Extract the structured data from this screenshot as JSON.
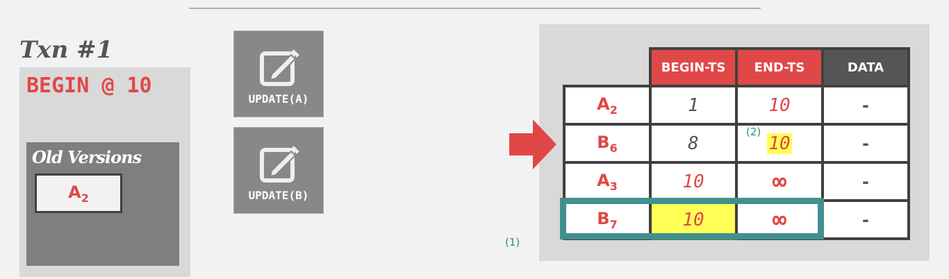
{
  "txn": {
    "title": "Txn #1",
    "begin": "BEGIN @ 10",
    "old_versions_title": "Old Versions",
    "old_versions": [
      {
        "name": "A",
        "sub": "2"
      }
    ]
  },
  "buttons": [
    {
      "label": "UPDATE(A)",
      "icon": "edit-icon"
    },
    {
      "label": "UPDATE(B)",
      "icon": "edit-icon"
    }
  ],
  "table": {
    "headers": [
      "BEGIN-TS",
      "END-TS",
      "DATA"
    ],
    "rows": [
      {
        "name": "A",
        "sub": "2",
        "begin": "1",
        "end": "10",
        "data": "-"
      },
      {
        "name": "B",
        "sub": "6",
        "begin": "8",
        "end": "10",
        "data": "-"
      },
      {
        "name": "A",
        "sub": "3",
        "begin": "10",
        "end": "∞",
        "data": "-"
      },
      {
        "name": "B",
        "sub": "7",
        "begin": "10",
        "end": "∞",
        "data": "-"
      }
    ]
  },
  "annotations": {
    "step1": "(1)",
    "step2": "(2)"
  },
  "colors": {
    "accent": "#e04848",
    "highlight": "#ffff55",
    "teal": "#41908f"
  }
}
